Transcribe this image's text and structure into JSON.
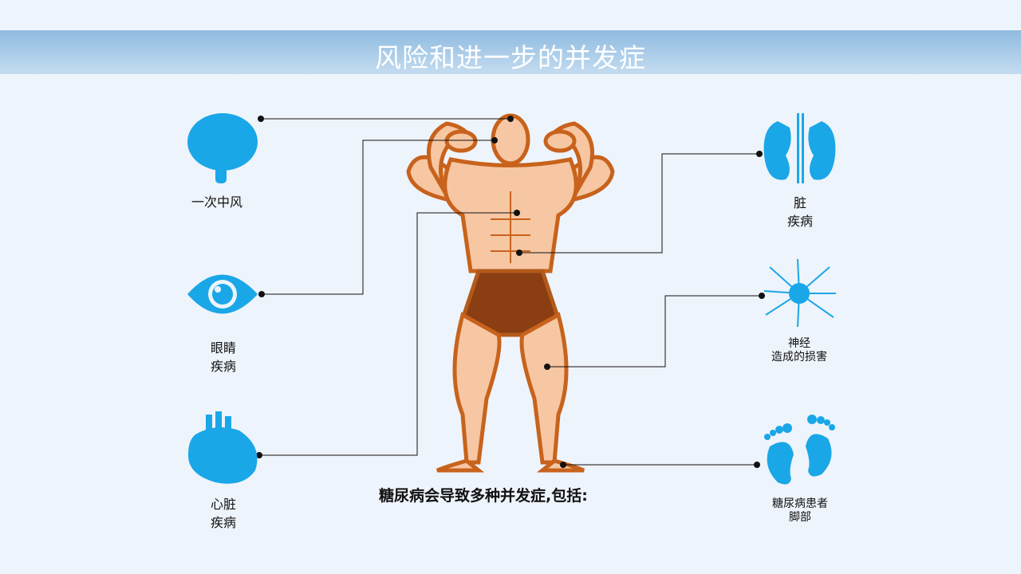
{
  "title": "风险和进一步的并发症",
  "caption": "糖尿病会导致多种并发症,包括:",
  "colors": {
    "icon": "#1aa7e8",
    "skin": "#f6c7a2",
    "outline": "#c8621c",
    "briefs": "#8a3e12",
    "banner": "#9cc3e6"
  },
  "complications": [
    {
      "icon": "brain-icon",
      "line1": "一次中风",
      "line2": ""
    },
    {
      "icon": "eye-icon",
      "line1": "眼睛",
      "line2": "疾病"
    },
    {
      "icon": "heart-icon",
      "line1": "心脏",
      "line2": "疾病"
    },
    {
      "icon": "kidney-icon",
      "line1": "脏",
      "line2": "疾病"
    },
    {
      "icon": "nerve-icon",
      "line1": "神经",
      "line2": "造成的损害"
    },
    {
      "icon": "feet-icon",
      "line1": "糖尿病患者",
      "line2": "脚部"
    }
  ]
}
